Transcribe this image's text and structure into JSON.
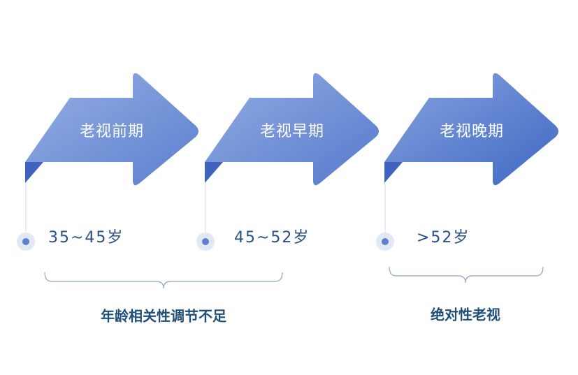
{
  "stages": [
    {
      "name": "老视前期",
      "age": "35~45岁"
    },
    {
      "name": "老视早期",
      "age": "45~52岁"
    },
    {
      "name": "老视晚期",
      "age": ">52岁"
    }
  ],
  "groups": [
    {
      "label": "年龄相关性调节不足"
    },
    {
      "label": "绝对性老视"
    }
  ],
  "colors": {
    "arrow_light": "#8fa9e0",
    "arrow_dark": "#4a70c8",
    "fold": "#3f63bf",
    "dot": "#5c7fcf",
    "dot_ring": "#e2e8f5",
    "bracket": "#8ea3c8",
    "age_text": "#2b4e86",
    "group_text": "#1f4f7a"
  }
}
